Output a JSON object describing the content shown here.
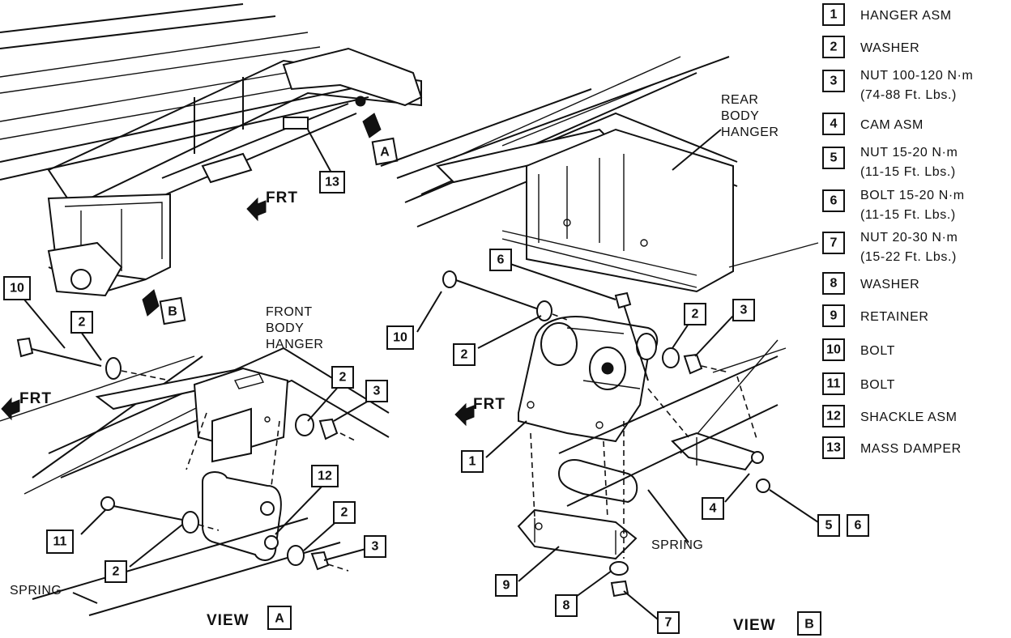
{
  "legend": [
    {
      "num": "1",
      "lines": [
        "HANGER ASM"
      ]
    },
    {
      "num": "2",
      "lines": [
        "WASHER"
      ]
    },
    {
      "num": "3",
      "lines": [
        "NUT 100-120 N·m",
        "(74-88 Ft. Lbs.)"
      ]
    },
    {
      "num": "4",
      "lines": [
        "CAM ASM"
      ]
    },
    {
      "num": "5",
      "lines": [
        "NUT 15-20 N·m",
        "(11-15 Ft. Lbs.)"
      ]
    },
    {
      "num": "6",
      "lines": [
        "BOLT 15-20 N·m",
        "(11-15 Ft. Lbs.)"
      ]
    },
    {
      "num": "7",
      "lines": [
        "NUT 20-30 N·m",
        "(15-22 Ft. Lbs.)"
      ]
    },
    {
      "num": "8",
      "lines": [
        "WASHER"
      ]
    },
    {
      "num": "9",
      "lines": [
        "RETAINER"
      ]
    },
    {
      "num": "10",
      "lines": [
        "BOLT"
      ]
    },
    {
      "num": "11",
      "lines": [
        "BOLT"
      ]
    },
    {
      "num": "12",
      "lines": [
        "SHACKLE ASM"
      ]
    },
    {
      "num": "13",
      "lines": [
        "MASS DAMPER"
      ]
    }
  ],
  "labels": {
    "front_hanger": [
      "FRONT",
      "BODY",
      "HANGER"
    ],
    "rear_hanger": [
      "REAR",
      "BODY",
      "HANGER"
    ],
    "frt": "FRT",
    "spring": "SPRING",
    "view": "VIEW",
    "view_a": "A",
    "view_b": "B"
  },
  "callouts": [
    {
      "id": "c13",
      "text": "13"
    },
    {
      "id": "c10a",
      "text": "10"
    },
    {
      "id": "c2a",
      "text": "2"
    },
    {
      "id": "c2b",
      "text": "2"
    },
    {
      "id": "c3a",
      "text": "3"
    },
    {
      "id": "c12",
      "text": "12"
    },
    {
      "id": "c2c",
      "text": "2"
    },
    {
      "id": "c3b",
      "text": "3"
    },
    {
      "id": "c11",
      "text": "11"
    },
    {
      "id": "c2d",
      "text": "2"
    },
    {
      "id": "c6",
      "text": "6"
    },
    {
      "id": "c10b",
      "text": "10"
    },
    {
      "id": "c2e",
      "text": "2"
    },
    {
      "id": "c2f",
      "text": "2"
    },
    {
      "id": "c3c",
      "text": "3"
    },
    {
      "id": "c1",
      "text": "1"
    },
    {
      "id": "c4",
      "text": "4"
    },
    {
      "id": "c5",
      "text": "5"
    },
    {
      "id": "c6b",
      "text": "6"
    },
    {
      "id": "c9",
      "text": "9"
    },
    {
      "id": "c8",
      "text": "8"
    },
    {
      "id": "c7",
      "text": "7"
    }
  ],
  "markers": {
    "a": "A",
    "b": "B"
  }
}
